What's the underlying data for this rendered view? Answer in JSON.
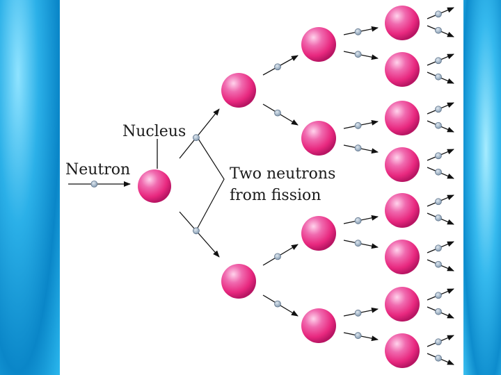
{
  "diagram": {
    "labels": {
      "nucleus": "Nucleus",
      "neutron": "Neutron",
      "fission_line1": "Two neutrons",
      "fission_line2": "from fission"
    },
    "colors": {
      "nucleus": "#e8287f",
      "nucleus_highlight": "#ffd3ec",
      "neutron": "#9fb4c8",
      "arrow": "#111111",
      "background": "#1aa3e0"
    }
  }
}
